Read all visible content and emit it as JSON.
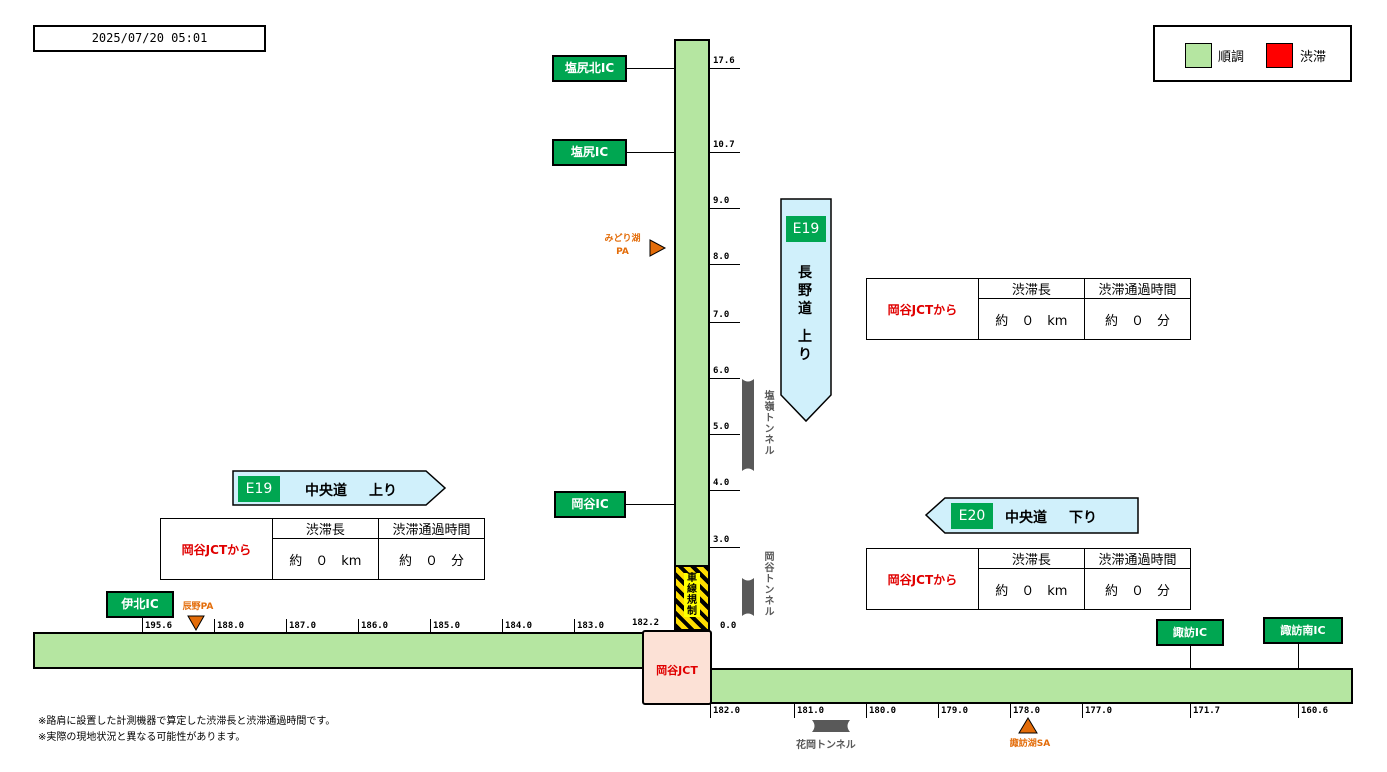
{
  "datetime": "2025/07/20 05:01",
  "legend": {
    "smooth_label": "順調",
    "congestion_label": "渋滞",
    "smooth_color": "#b5e6a1",
    "congestion_color": "#ff0000"
  },
  "interchanges": {
    "shiojiri_kita": "塩尻北IC",
    "shiojiri": "塩尻IC",
    "okaya": "岡谷IC",
    "ihoku": "伊北IC",
    "suwa": "諏訪IC",
    "suwa_minami": "諏訪南IC",
    "okaya_jct": "岡谷JCT"
  },
  "parking": {
    "midoriko": "みどり湖",
    "midoriko_type": "PA",
    "tatsuno": "辰野PA",
    "suwako": "諏訪湖SA"
  },
  "tunnels": {
    "shiomine": "塩嶺トンネル",
    "okaya": "岡谷トンネル",
    "hanaoka": "花岡トンネル"
  },
  "lane_restriction": "車線規制",
  "vertical_ticks": [
    "17.6",
    "10.7",
    "9.0",
    "8.0",
    "7.0",
    "6.0",
    "5.0",
    "4.0",
    "3.0",
    "0.0"
  ],
  "upper_ticks": [
    "195.6",
    "188.0",
    "187.0",
    "186.0",
    "185.0",
    "184.0",
    "183.0",
    "182.2"
  ],
  "lower_ticks": [
    "182.0",
    "181.0",
    "180.0",
    "179.0",
    "178.0",
    "177.0",
    "171.7",
    "160.6"
  ],
  "routes": {
    "nagano_up": {
      "badge": "E19",
      "name": "長野道",
      "dir": "上り"
    },
    "chuo_up": {
      "badge": "E19",
      "name": "中央道",
      "dir": "上り"
    },
    "chuo_down": {
      "badge": "E20",
      "name": "中央道",
      "dir": "下り"
    }
  },
  "info_tables": {
    "nagano_up": {
      "from": "岡谷JCTから",
      "len_header": "渋滞長",
      "time_header": "渋滞通過時間",
      "len_value": "約　０　km",
      "time_value": "約　０　分"
    },
    "chuo_up": {
      "from": "岡谷JCTから",
      "len_header": "渋滞長",
      "time_header": "渋滞通過時間",
      "len_value": "約　０　km",
      "time_value": "約　０　分"
    },
    "chuo_down": {
      "from": "岡谷JCTから",
      "len_header": "渋滞長",
      "time_header": "渋滞通過時間",
      "len_value": "約　０　km",
      "time_value": "約　０　分"
    }
  },
  "notes": {
    "line1": "※路肩に設置した計測機器で算定した渋滞長と渋滞通過時間です。",
    "line2": "※実際の現地状況と異なる可能性があります。"
  }
}
